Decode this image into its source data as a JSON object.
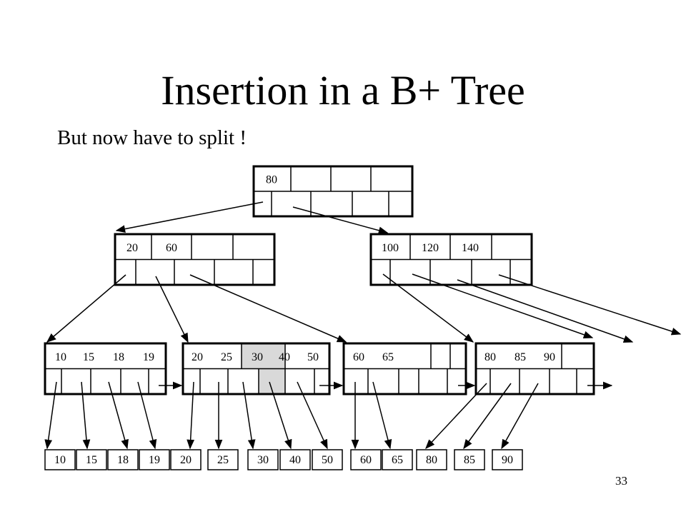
{
  "slide": {
    "title": "Insertion in a B+ Tree",
    "subtitle": "But now have to split !",
    "page_number": "33"
  },
  "colors": {
    "highlight": "#d9d9d9",
    "stroke": "#000000"
  },
  "tree": {
    "root": {
      "keys": [
        "80",
        "",
        "",
        ""
      ]
    },
    "internal": [
      {
        "keys": [
          "20",
          "60",
          "",
          ""
        ]
      },
      {
        "keys": [
          "100",
          "120",
          "140",
          ""
        ]
      }
    ],
    "leaves": [
      {
        "keys": [
          "10",
          "15",
          "18",
          "19"
        ]
      },
      {
        "keys": [
          "20",
          "25",
          "30",
          "40",
          "50"
        ],
        "highlighted_key": "30"
      },
      {
        "keys": [
          "60",
          "65",
          "",
          ""
        ]
      },
      {
        "keys": [
          "80",
          "85",
          "90",
          ""
        ]
      }
    ],
    "records": [
      "10",
      "15",
      "18",
      "19",
      "20",
      "25",
      "30",
      "40",
      "50",
      "60",
      "65",
      "80",
      "85",
      "90"
    ]
  }
}
